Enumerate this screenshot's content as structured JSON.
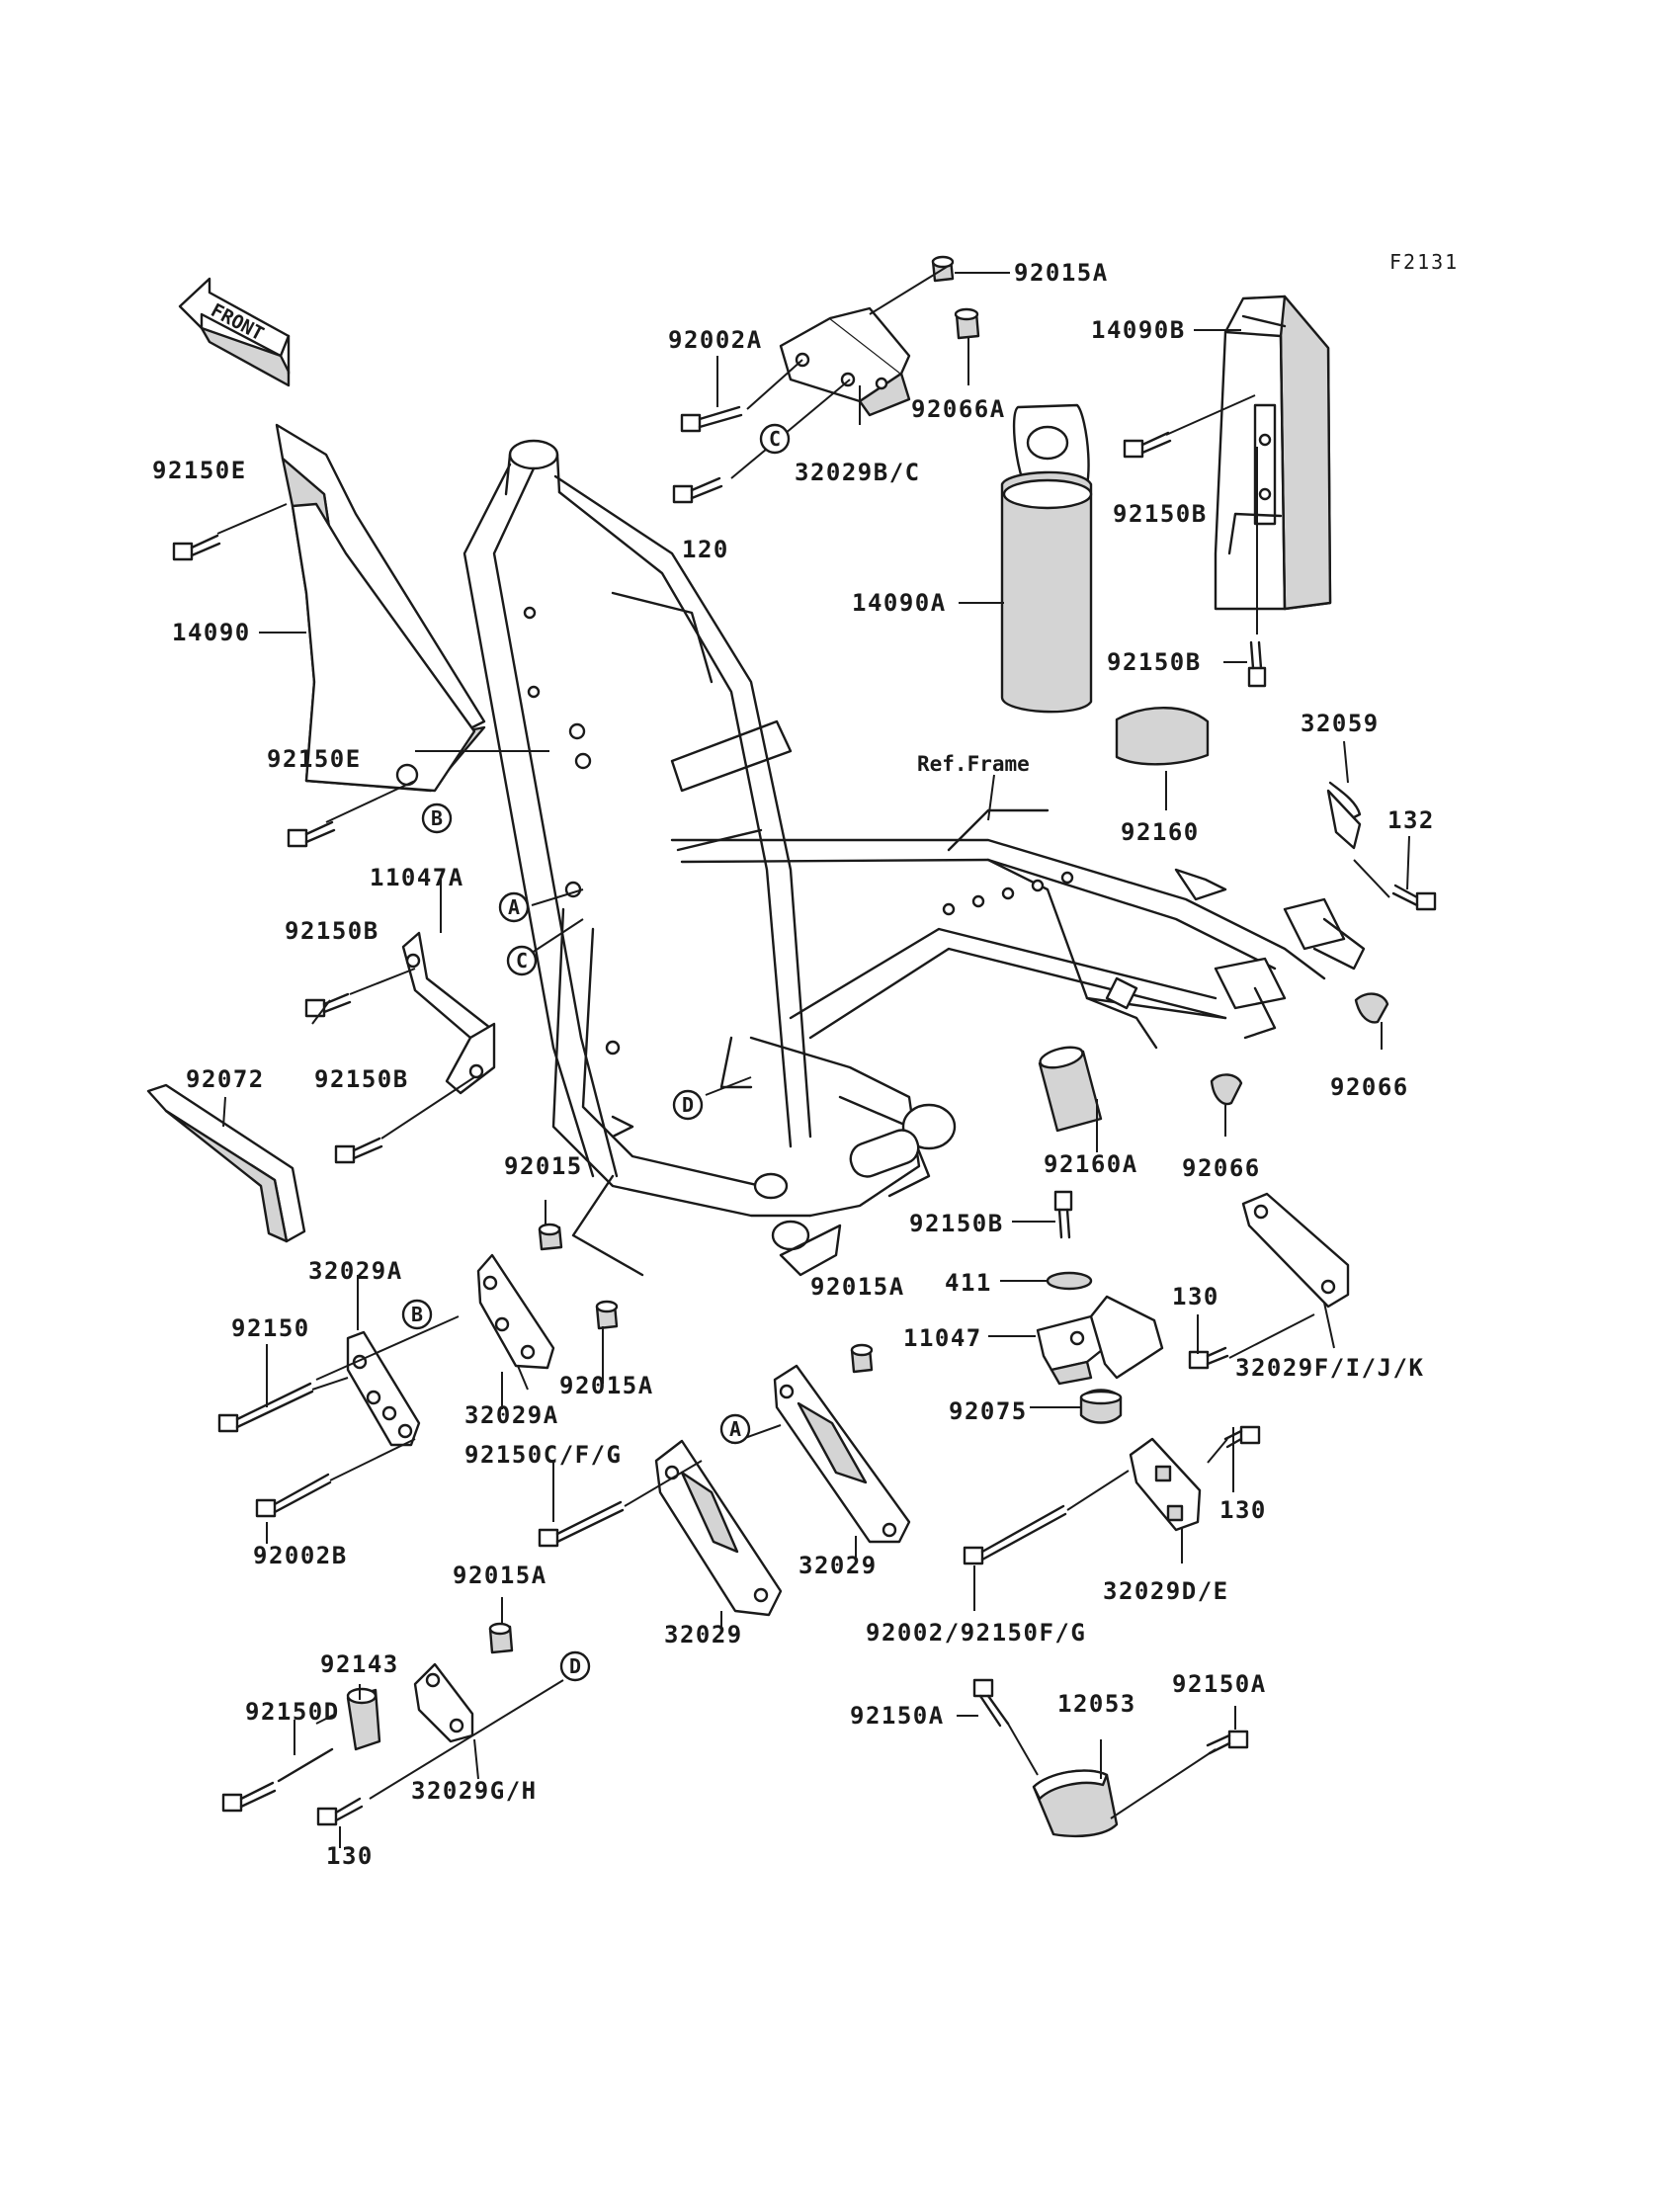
{
  "figure_code": "F2131",
  "direction_label": "FRONT",
  "reference_label": "Ref.Frame",
  "callouts": [
    "A",
    "B",
    "C",
    "D"
  ],
  "part_labels": [
    "92015A",
    "92002A",
    "92066A",
    "14090B",
    "32029B/C",
    "120",
    "92150E",
    "14090",
    "14090A",
    "92150B",
    "92150B",
    "92150E",
    "32059",
    "11047A",
    "92160",
    "132",
    "92150B",
    "92072",
    "92150B",
    "92066",
    "92160A",
    "92066",
    "92015",
    "92150B",
    "32029A",
    "411",
    "92015A",
    "130",
    "92150",
    "11047",
    "32029F/I/J/K",
    "32029A",
    "92015A",
    "92075",
    "92150C/F/G",
    "130",
    "92002B",
    "32029",
    "32029D/E",
    "92015A",
    "32029",
    "92002/92150F/G",
    "92143",
    "92150A",
    "12053",
    "92150A",
    "92150D",
    "32029G/H",
    "130"
  ]
}
